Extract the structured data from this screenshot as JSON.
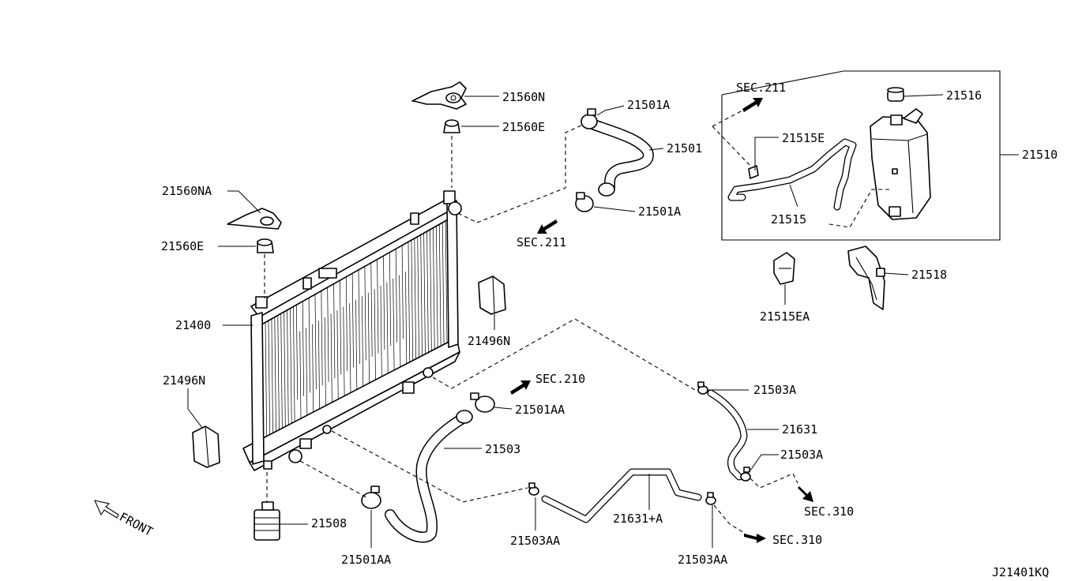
{
  "labels": {
    "p21560N": "21560N",
    "p21560E_top": "21560E",
    "p21560NA": "21560NA",
    "p21560E_left": "21560E",
    "p21400": "21400",
    "p21496N_left": "21496N",
    "p21496N_mid": "21496N",
    "p21501A_top": "21501A",
    "p21501": "21501",
    "p21501A_bottom": "21501A",
    "p21501AA_mid": "21501AA",
    "p21501AA_bottom": "21501AA",
    "p21503": "21503",
    "p21508": "21508",
    "p21503AA_left": "21503AA",
    "p21631A": "21631+A",
    "p21503AA_right": "21503AA",
    "p21503A_top": "21503A",
    "p21631": "21631",
    "p21503A_bottom": "21503A",
    "p21516": "21516",
    "p21515E": "21515E",
    "p21515": "21515",
    "p21510": "21510",
    "p21515EA": "21515EA",
    "p21518": "21518"
  },
  "sections": {
    "sec211_upper": "SEC.211",
    "sec211_lower": "SEC.211",
    "sec210": "SEC.210",
    "sec310_right": "SEC.310",
    "sec310_bottom": "SEC.310"
  },
  "front_label": "FRONT",
  "diagram_code": "J21401KQ"
}
